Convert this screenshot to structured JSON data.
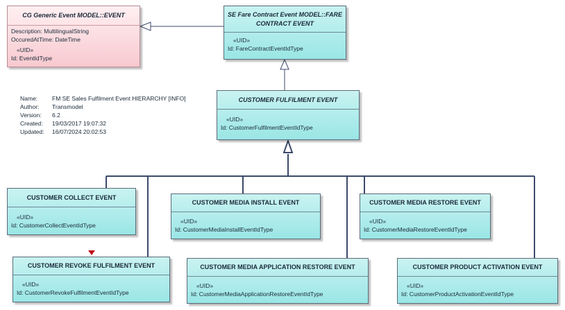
{
  "info": {
    "rows": [
      {
        "key": "Name:",
        "value": "FM SE Sales Fulfilment Event HIERARCHY [INFO]"
      },
      {
        "key": "Author:",
        "value": "Transmodel"
      },
      {
        "key": "Version:",
        "value": "6.2"
      },
      {
        "key": "Created:",
        "value": "19/03/2017 19:07:32"
      },
      {
        "key": "Updated:",
        "value": "16/07/2024 20:02:53"
      }
    ]
  },
  "classes": {
    "generic": {
      "title": "CG Generic Event MODEL::EVENT",
      "attrs": [
        "Description: MultilingualString",
        "OccuredAtTime: DateTime"
      ],
      "stereo": "«UID»",
      "id": "Id: EventIdType"
    },
    "fare_contract": {
      "title": "SE Fare Contract Event MODEL::FARE CONTRACT EVENT",
      "stereo": "«UID»",
      "id": "Id: FareContractEventIdType"
    },
    "fulfilment": {
      "title": "CUSTOMER FULFILMENT EVENT",
      "stereo": "«UID»",
      "id": "Id: CustomerFulfilmentEventIdType"
    },
    "collect": {
      "title": "CUSTOMER COLLECT EVENT",
      "stereo": "«UID»",
      "id": "Id: CustomerCollectEventIdType"
    },
    "media_install": {
      "title": "CUSTOMER MEDIA INSTALL EVENT",
      "stereo": "«UID»",
      "id": "Id: CustomerMediaInstallEventIdType"
    },
    "media_restore": {
      "title": "CUSTOMER MEDIA RESTORE EVENT",
      "stereo": "«UID»",
      "id": "Id: CustomerMediaRestoreEventIdType"
    },
    "revoke": {
      "title": "CUSTOMER REVOKE FULFILMENT EVENT",
      "stereo": "«UID»",
      "id": "Id: CustomerRevokeFulfilmentEventIdType"
    },
    "media_app_restore": {
      "title": "CUSTOMER MEDIA APPLICATION RESTORE EVENT",
      "stereo": "«UID»",
      "id": "Id: CustomerMediaApplicationRestoreEventIdType"
    },
    "product_activation": {
      "title": "CUSTOMER PRODUCT ACTIVATION EVENT",
      "stereo": "«UID»",
      "id": "Id: CustomerProductActivationEventIdType"
    }
  },
  "colors": {
    "class_fill": "#9ae6e6",
    "external_fill": "#f8c9cf",
    "connector": "#3c4a6a",
    "marker": "#c0101c"
  }
}
